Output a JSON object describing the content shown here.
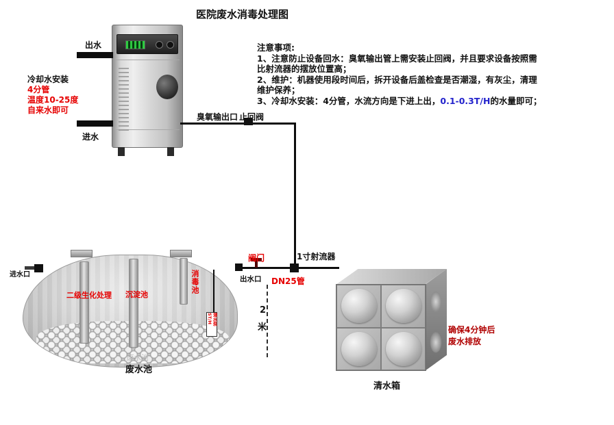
{
  "title": "医院废水消毒处理图",
  "machine": {
    "out_label": "出水",
    "in_label": "进水",
    "ozone_out_label": "臭氧输出口",
    "check_valve_label": "止回阀",
    "cooling_line1": "冷却水安装",
    "cooling_line2": "4分管",
    "cooling_line3": "温度10-25度",
    "cooling_line4": "自来水即可"
  },
  "notes": {
    "heading": "注意事项:",
    "line1": "1、注意防止设备回水：臭氧输出管上需安装止回阀，并且要求设备按照需",
    "line2": "比射流器的摆放位置高；",
    "line3": "2、维护：机器使用段时间后，拆开设备后盖检查是否潮湿，有灰尘，清理",
    "line4": "维护保养；",
    "line5_pre": "3、冷却水安装：4分管，水流方向是下进上出，",
    "line5_highlight": "0.1-0.3T/H",
    "line5_post": "的水量即可；"
  },
  "septic": {
    "inlet_label": "进水口",
    "zone_bio": "二级生化处理",
    "zone_sediment": "沉淀池",
    "zone_disinfect": "消毒池",
    "pump_text": "潜水泵ST/H",
    "valve_label": "阀门",
    "outlet_label": "出水口",
    "watermark": "废水池",
    "name": "废水池"
  },
  "piping": {
    "jet_label": "1寸射流器",
    "pipe_label": "DN25管",
    "depth_value": "2",
    "depth_unit": "米"
  },
  "clean_tank": {
    "name": "清水箱",
    "note_line1": "确保4分钟后",
    "note_line2": "废水排放"
  },
  "colors": {
    "emphasis_red": "#e60000",
    "highlight_blue": "#2323cc",
    "pipe_black": "#0d0d0d",
    "note_red": "#b00000"
  }
}
